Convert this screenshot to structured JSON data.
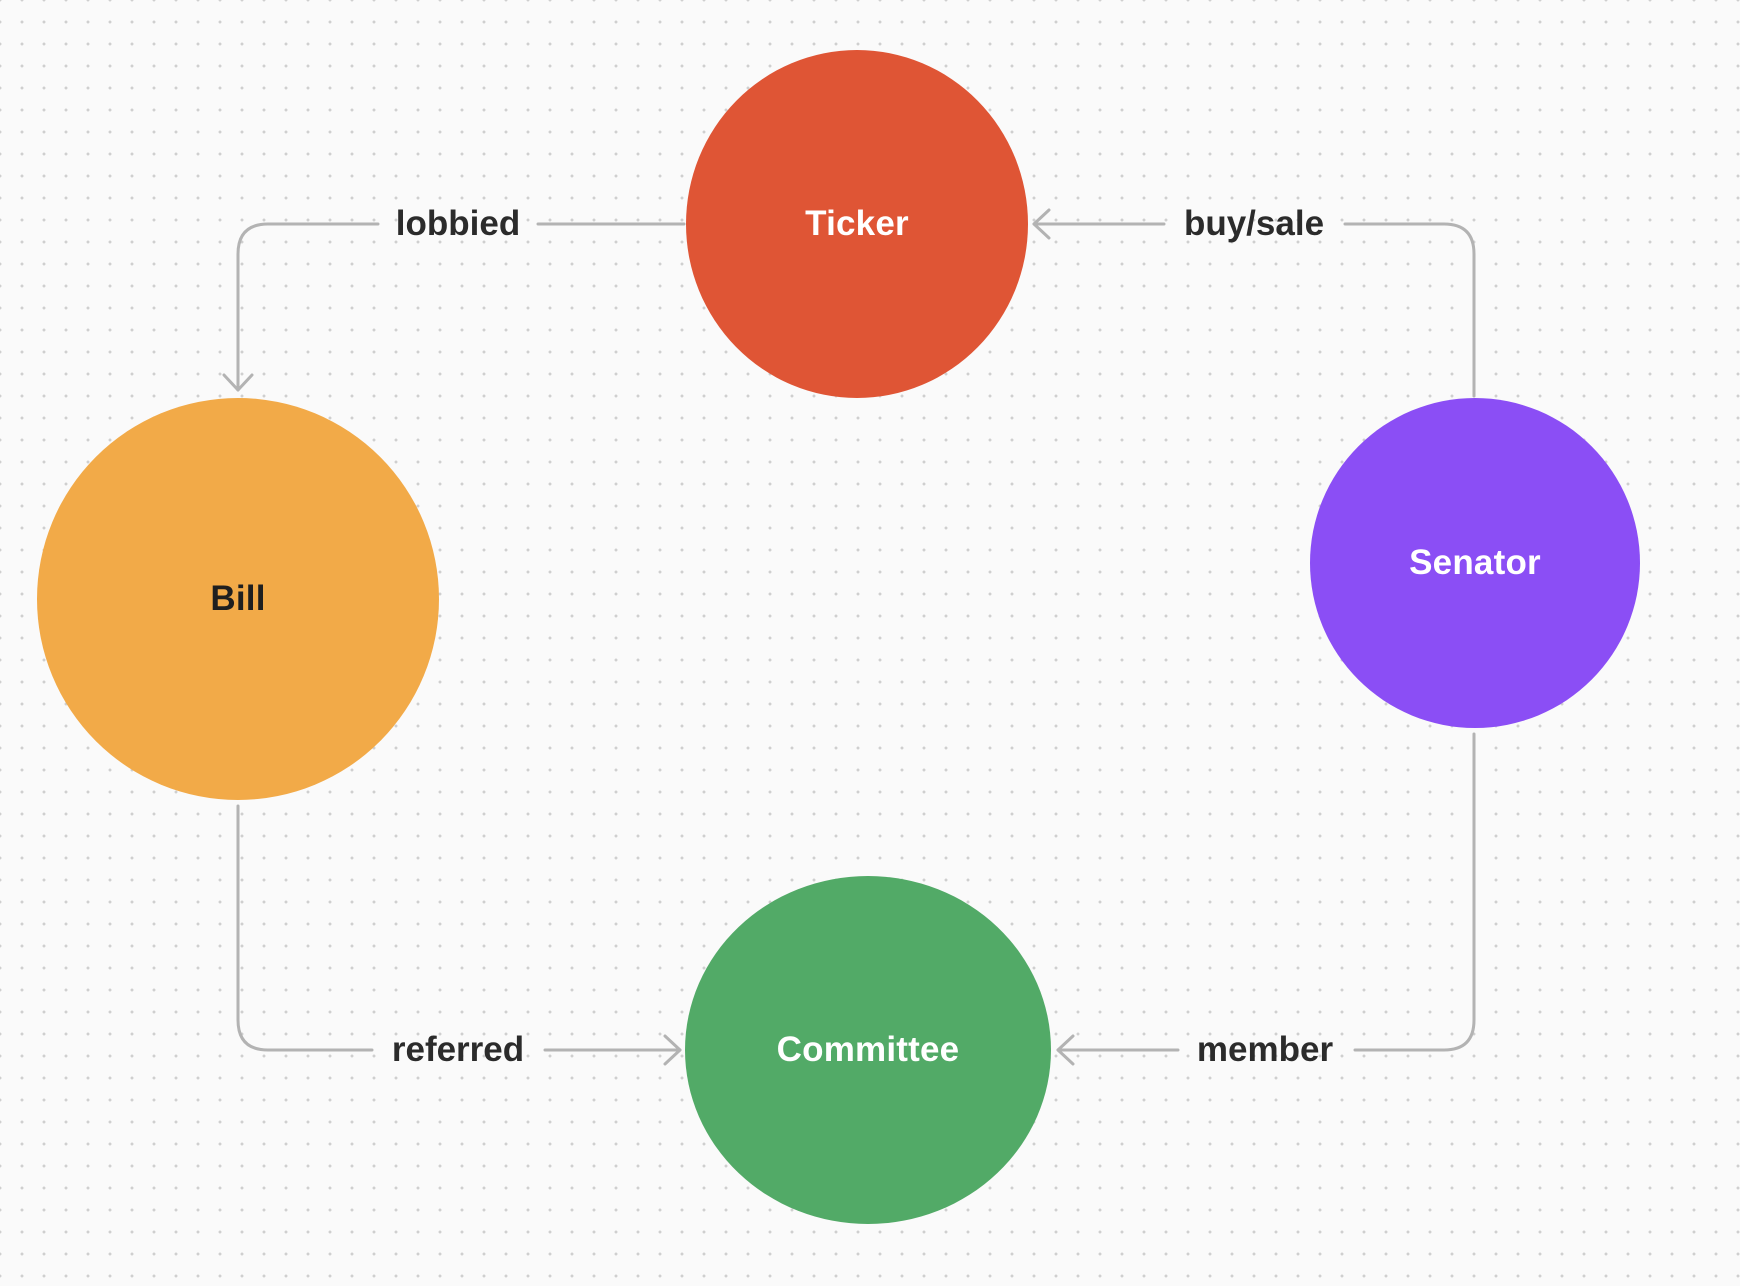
{
  "diagram": {
    "nodes": [
      {
        "id": "ticker",
        "label": "Ticker",
        "color": "#df5535",
        "text_color": "#ffffff"
      },
      {
        "id": "bill",
        "label": "Bill",
        "color": "#f2aa48",
        "text_color": "#1f1f1f"
      },
      {
        "id": "senator",
        "label": "Senator",
        "color": "#8b4ef5",
        "text_color": "#ffffff"
      },
      {
        "id": "committee",
        "label": "Committee",
        "color": "#52aa67",
        "text_color": "#ffffff"
      }
    ],
    "edges": [
      {
        "id": "lobbied",
        "label": "lobbied",
        "from": "ticker",
        "to": "bill"
      },
      {
        "id": "buy-sale",
        "label": "buy/sale",
        "from": "senator",
        "to": "ticker"
      },
      {
        "id": "referred",
        "label": "referred",
        "from": "bill",
        "to": "committee"
      },
      {
        "id": "member",
        "label": "member",
        "from": "senator",
        "to": "committee"
      }
    ],
    "edge_color": "#b3b3b3",
    "background": "dotted-grid"
  }
}
